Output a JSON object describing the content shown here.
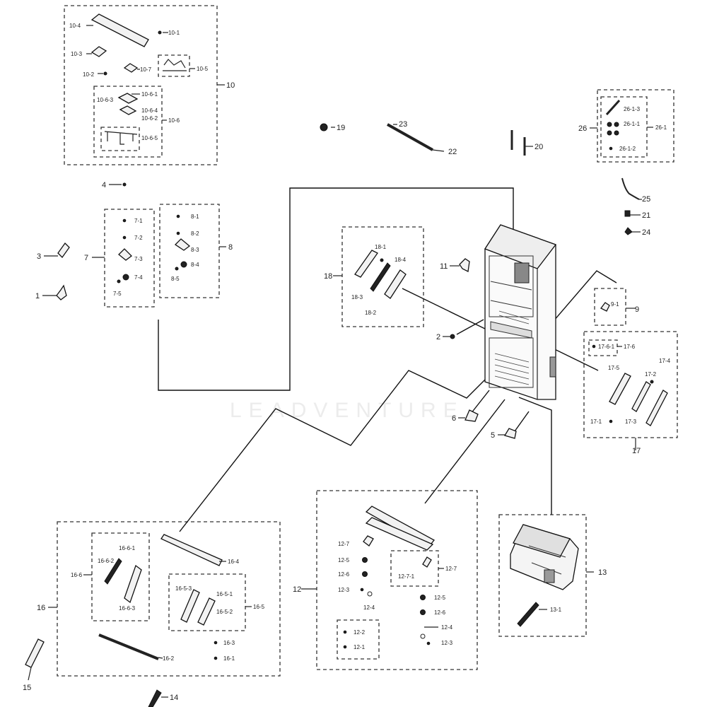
{
  "watermark": "LEADVENTURE",
  "labels": {
    "p10": "10",
    "p10_1": "10-1",
    "p10_2": "10-2",
    "p10_3": "10-3",
    "p10_4": "10-4",
    "p10_5": "10-5",
    "p10_6": "10-6",
    "p10_6_1": "10-6-1",
    "p10_6_2": "10-6-2",
    "p10_6_3": "10-6-3",
    "p10_6_4": "10-6-4",
    "p10_6_5": "10-6-5",
    "p10_7": "10-7",
    "p1": "1",
    "p2": "2",
    "p3": "3",
    "p4": "4",
    "p5": "5",
    "p6": "6",
    "p7": "7",
    "p7_1": "7-1",
    "p7_2": "7-2",
    "p7_3": "7-3",
    "p7_4": "7-4",
    "p7_5": "7-5",
    "p8": "8",
    "p8_1": "8-1",
    "p8_2": "8-2",
    "p8_3": "8-3",
    "p8_4": "8-4",
    "p8_5": "8-5",
    "p9": "9",
    "p9_1": "9-1",
    "p11": "11",
    "p12": "12",
    "p12_1": "12-1",
    "p12_2": "12-2",
    "p12_3a": "12-3",
    "p12_3b": "12-3",
    "p12_4a": "12-4",
    "p12_4b": "12-4",
    "p12_5a": "12-5",
    "p12_5b": "12-5",
    "p12_6a": "12-6",
    "p12_6b": "12-6",
    "p12_7a": "12-7",
    "p12_7b": "12-7",
    "p12_7_1": "12-7-1",
    "p13": "13",
    "p13_1": "13-1",
    "p14": "14",
    "p15": "15",
    "p16": "16",
    "p16_1": "16-1",
    "p16_2": "16-2",
    "p16_3": "16-3",
    "p16_4": "16-4",
    "p16_5": "16-5",
    "p16_5_1": "16-5-1",
    "p16_5_2": "16-5-2",
    "p16_5_3": "16-5-3",
    "p16_6": "16-6",
    "p16_6_1": "16-6-1",
    "p16_6_2": "16-6-2",
    "p16_6_3": "16-6-3",
    "p17": "17",
    "p17_1": "17-1",
    "p17_2": "17-2",
    "p17_3": "17-3",
    "p17_4": "17-4",
    "p17_5": "17-5",
    "p17_6": "17-6",
    "p17_6_1": "17-6-1",
    "p18": "18",
    "p18_1": "18-1",
    "p18_2": "18-2",
    "p18_3": "18-3",
    "p18_4": "18-4",
    "p19": "19",
    "p20": "20",
    "p21": "21",
    "p22": "22",
    "p23": "23",
    "p24": "24",
    "p25": "25",
    "p26": "26",
    "p26_1": "26-1",
    "p26_1_1": "26-1-1",
    "p26_1_2": "26-1-2",
    "p26_1_3": "26-1-3"
  }
}
